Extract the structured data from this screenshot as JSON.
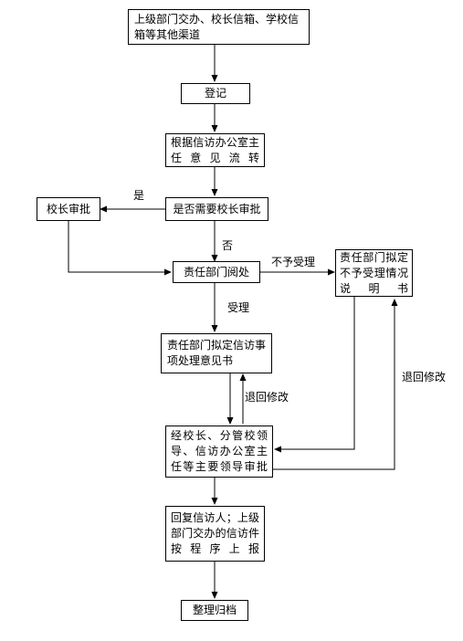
{
  "diagram": {
    "nodes": {
      "sources": "上级部门交办、校长信箱、学校信箱等其他渠道",
      "register": "登记",
      "transfer": "根据信访办公室主任意见流转",
      "need_approval": "是否需要校长审批",
      "principal_approval": "校长审批",
      "dept_review": "责任部门阅处",
      "not_accept": "责任部门拟定不予受理情况说明书",
      "draft_opinion": "责任部门拟定信访事项处理意见书",
      "leaders_approval": "经校长、分管校领导、信访办公室主任等主要领导审批",
      "reply": "回复信访人；上级部门交办的信访件按程序上报",
      "archive": "整理归档"
    },
    "edge_labels": {
      "yes": "是",
      "no": "否",
      "not_accepted": "不予受理",
      "accepted": "受理",
      "return_modify_1": "退回修改",
      "return_modify_2": "退回修改"
    }
  }
}
